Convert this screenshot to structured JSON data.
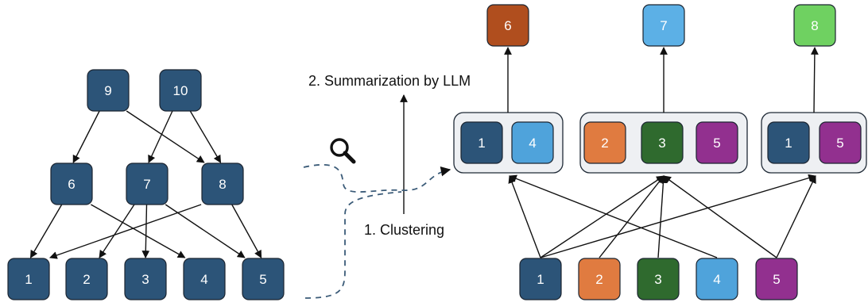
{
  "colors": {
    "navy": "#2C5478",
    "orange": "#E07B40",
    "dark_green": "#2F6A2E",
    "light_blue": "#4FA3DB",
    "purple": "#92308F",
    "rust": "#B04E1E",
    "sky": "#5CB0E6",
    "lime": "#6FD161",
    "cluster_fill": "#EEF0F3",
    "edge": "#111111",
    "dashed": "#3B5B78"
  },
  "tree": {
    "nodes": [
      {
        "id": "t9",
        "label": "9",
        "color": "navy"
      },
      {
        "id": "t10",
        "label": "10",
        "color": "navy"
      },
      {
        "id": "t6",
        "label": "6",
        "color": "navy"
      },
      {
        "id": "t7",
        "label": "7",
        "color": "navy"
      },
      {
        "id": "t8",
        "label": "8",
        "color": "navy"
      },
      {
        "id": "t1",
        "label": "1",
        "color": "navy"
      },
      {
        "id": "t2",
        "label": "2",
        "color": "navy"
      },
      {
        "id": "t3",
        "label": "3",
        "color": "navy"
      },
      {
        "id": "t4",
        "label": "4",
        "color": "navy"
      },
      {
        "id": "t5",
        "label": "5",
        "color": "navy"
      }
    ],
    "edges": [
      [
        "t9",
        "t6"
      ],
      [
        "t9",
        "t8"
      ],
      [
        "t10",
        "t7"
      ],
      [
        "t10",
        "t8"
      ],
      [
        "t6",
        "t1"
      ],
      [
        "t6",
        "t4"
      ],
      [
        "t7",
        "t2"
      ],
      [
        "t7",
        "t3"
      ],
      [
        "t7",
        "t5"
      ],
      [
        "t8",
        "t1"
      ],
      [
        "t8",
        "t5"
      ]
    ]
  },
  "search_icon": "magnifier-icon",
  "steps": {
    "clustering": "1. Clustering",
    "summarization": "2. Summarization by LLM"
  },
  "leaves": [
    {
      "id": "l1",
      "label": "1",
      "color": "navy"
    },
    {
      "id": "l2",
      "label": "2",
      "color": "orange"
    },
    {
      "id": "l3",
      "label": "3",
      "color": "dark_green"
    },
    {
      "id": "l4",
      "label": "4",
      "color": "light_blue"
    },
    {
      "id": "l5",
      "label": "5",
      "color": "purple"
    }
  ],
  "clusters": [
    {
      "id": "c1",
      "members": [
        {
          "label": "1",
          "color": "navy"
        },
        {
          "label": "4",
          "color": "light_blue"
        }
      ],
      "summary": {
        "label": "6",
        "color": "rust"
      }
    },
    {
      "id": "c2",
      "members": [
        {
          "label": "2",
          "color": "orange"
        },
        {
          "label": "3",
          "color": "dark_green"
        },
        {
          "label": "5",
          "color": "purple"
        }
      ],
      "summary": {
        "label": "7",
        "color": "sky"
      }
    },
    {
      "id": "c3",
      "members": [
        {
          "label": "1",
          "color": "navy"
        },
        {
          "label": "5",
          "color": "purple"
        }
      ],
      "summary": {
        "label": "8",
        "color": "lime"
      }
    }
  ],
  "leaf_edges": [
    [
      "l1",
      "c1"
    ],
    [
      "l1",
      "c2"
    ],
    [
      "l1",
      "c3"
    ],
    [
      "l2",
      "c2"
    ],
    [
      "l3",
      "c2"
    ],
    [
      "l4",
      "c1"
    ],
    [
      "l5",
      "c2"
    ],
    [
      "l5",
      "c3"
    ]
  ]
}
